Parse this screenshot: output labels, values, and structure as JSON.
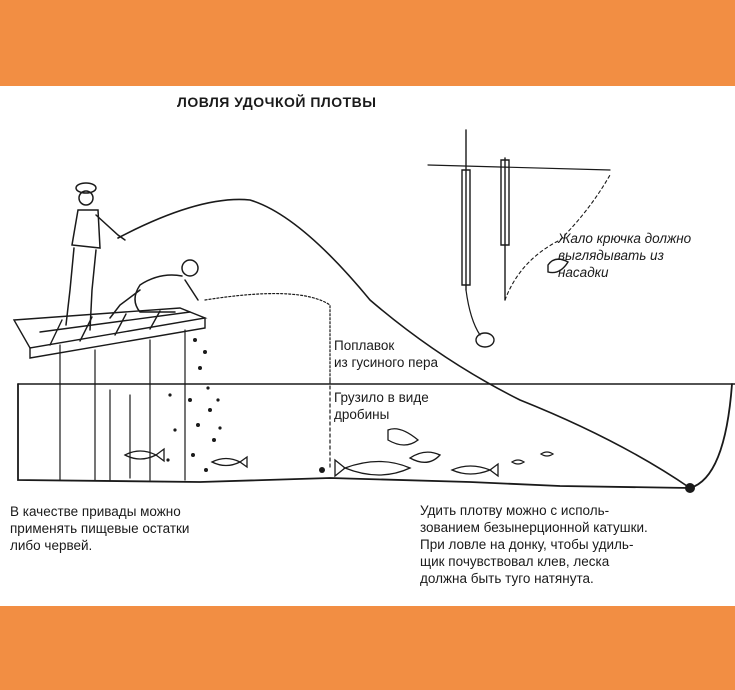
{
  "title": "ЛОВЛЯ УДОЧКОЙ ПЛОТВЫ",
  "labels": {
    "hook_tip": "Жало крючка должно\nвыглядывать из\nнасадки",
    "float": "Поплавок\nиз гусиного пера",
    "sinker": "Грузило в виде\nдробины"
  },
  "captions": {
    "bait": "В качестве привады можно\nприменять пищевые остатки\nлибо червей.",
    "reel": "Удить плотву можно с исполь-\nзованием безынерционной катушки.\nПри ловле на донку, чтобы удиль-\nщик почувствовал клев, леска\nдолжна быть туго натянута."
  },
  "colors": {
    "frame": "#f28e43",
    "ink": "#1a1a1a",
    "paper": "#ffffff"
  }
}
